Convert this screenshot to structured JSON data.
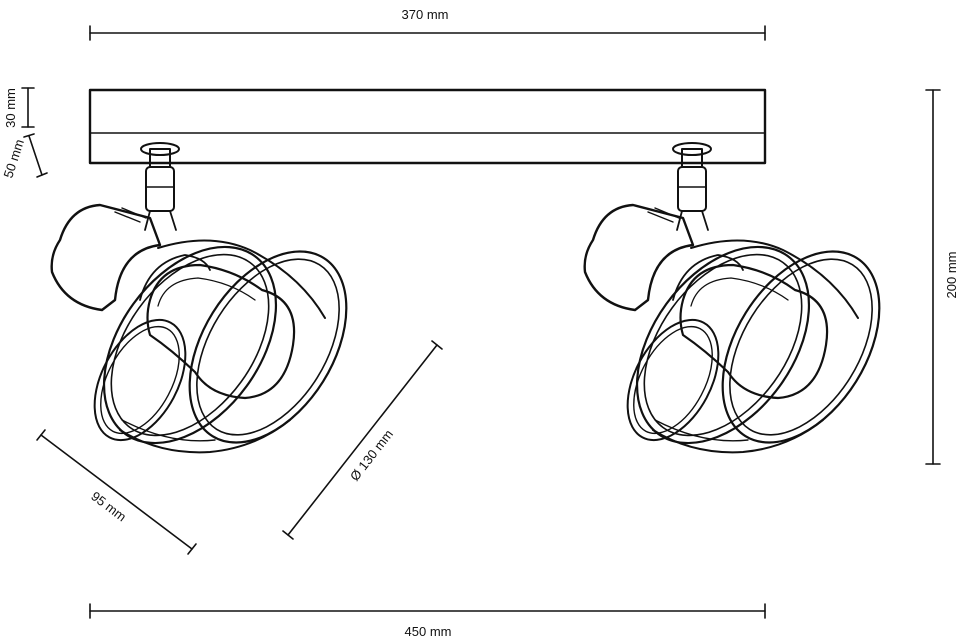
{
  "dimensions": {
    "top_width": "370 mm",
    "bottom_width": "450 mm",
    "total_height": "200 mm",
    "base_height": "30 mm",
    "stem_height": "50 mm",
    "shade_diameter": "Ø 130 mm",
    "lamp_depth": "95 mm"
  },
  "colors": {
    "line": "#111111",
    "background": "#ffffff"
  }
}
